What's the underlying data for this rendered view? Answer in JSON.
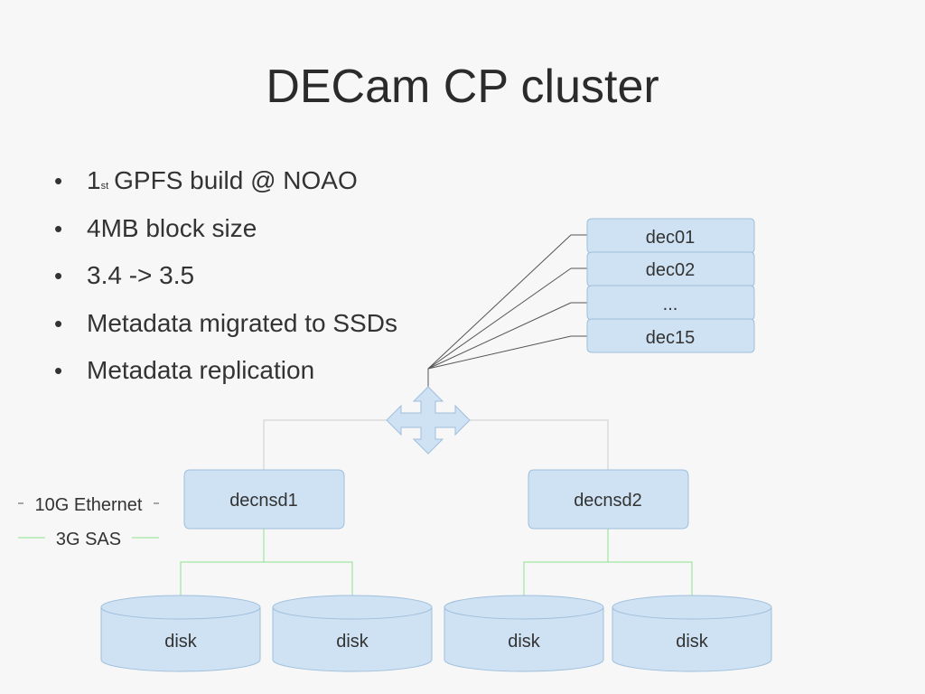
{
  "slide": {
    "title": "DECam CP cluster",
    "bullets": [
      {
        "main": "1",
        "superscript": "st",
        "rest": "GPFS build @ NOAO"
      },
      {
        "main": "4MB block size"
      },
      {
        "main": "3.4 -> 3.5"
      },
      {
        "main": "Metadata migrated to SSDs"
      },
      {
        "main": "Metadata replication"
      }
    ]
  },
  "diagram": {
    "client_nodes": [
      "dec01",
      "dec02",
      "...",
      "dec15"
    ],
    "servers": [
      "decnsd1",
      "decnsd2"
    ],
    "disks": [
      "disk",
      "disk",
      "disk",
      "disk"
    ],
    "legend": {
      "ethernet": "10G Ethernet",
      "sas": "3G SAS"
    },
    "icons": {
      "switch": "four-way-arrow-icon"
    },
    "colors": {
      "shape_fill": "#cfe2f3",
      "shape_stroke": "#9fbfdc",
      "ethernet_line": "#555555",
      "sas_line": "#8ee08e",
      "background": "#f7f7f7"
    }
  }
}
